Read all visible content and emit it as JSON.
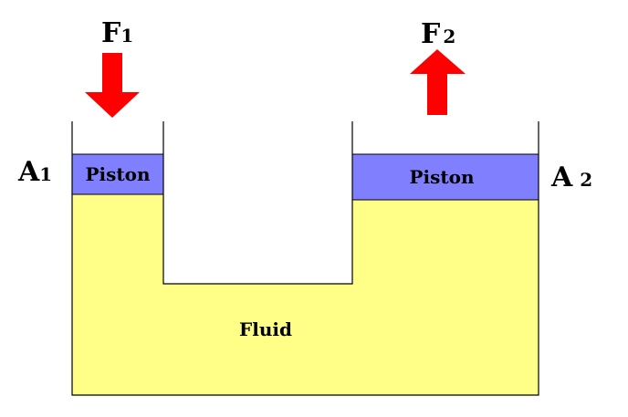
{
  "labels": {
    "force_1": "F",
    "force_1_sub": "1",
    "force_2": "F",
    "force_2_sub": "2",
    "area_1": "A",
    "area_1_sub": "1",
    "area_2": "A",
    "area_2_sub": "2",
    "piston_left": "Piston",
    "piston_right": "Piston",
    "fluid": "Fluid"
  },
  "colors": {
    "fluid": "#ffff88",
    "piston": "#8080ff",
    "arrow": "#ff0000",
    "outline": "#000000",
    "background": "#ffffff"
  }
}
